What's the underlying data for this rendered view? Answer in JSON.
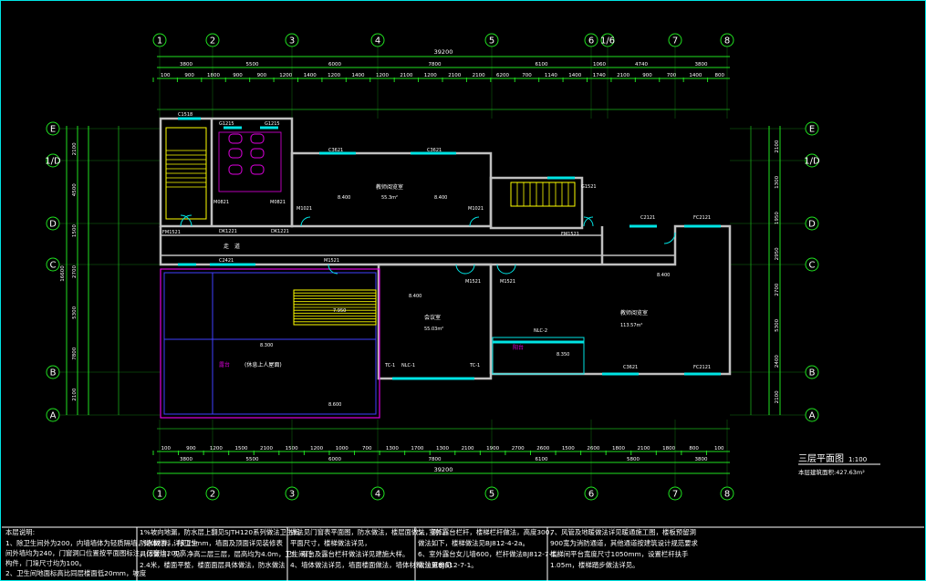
{
  "axes_top": [
    "1",
    "2",
    "3",
    "4",
    "5",
    "6",
    "1/6",
    "7",
    "8"
  ],
  "axes_bottom": [
    "1",
    "2",
    "3",
    "4",
    "5",
    "6",
    "7",
    "8"
  ],
  "axes_left": [
    "E",
    "1/D",
    "D",
    "C",
    "B",
    "A"
  ],
  "axes_right": [
    "E",
    "1/D",
    "D",
    "C",
    "B",
    "A"
  ],
  "dims_top_total": "39200",
  "dims_top_row2": [
    "3800",
    "5500",
    "6000",
    "7800",
    "6100",
    "1060",
    "4740",
    "3800"
  ],
  "dims_top_row3": [
    "100",
    "900",
    "1800",
    "900",
    "900",
    "1200",
    "1400",
    "1200",
    "1400",
    "1200",
    "2100",
    "1200",
    "2100",
    "2100",
    "6200",
    "700",
    "1140",
    "1400",
    "1740",
    "2100",
    "900",
    "700",
    "1400",
    "800"
  ],
  "dims_bottom_row1": [
    "100",
    "900",
    "1200",
    "1500",
    "2100",
    "1500",
    "1200",
    "1000",
    "700",
    "1300",
    "1700",
    "1300",
    "2100",
    "1900",
    "2700",
    "2600",
    "1500",
    "2600",
    "1800",
    "2100",
    "1800",
    "800",
    "100"
  ],
  "dims_bottom_row2": [
    "3800",
    "5500",
    "6000",
    "7800",
    "6100",
    "5800",
    "3800"
  ],
  "dims_bottom_total": "39200",
  "dims_left_total": "16600",
  "dims_left_seg": [
    "2100",
    "4500",
    "1500",
    "2700",
    "5300",
    "7800",
    "2100"
  ],
  "dims_right_seg": [
    "2100",
    "1300",
    "1950",
    "2950",
    "2700",
    "5300",
    "2400",
    "2100"
  ],
  "plan_labels": {
    "c1518": "C1518",
    "g1215a": "G1215",
    "g1215b": "G1215",
    "c3621a": "C3621",
    "c3621b": "C3621",
    "room1": "教师阅览室",
    "room1_area": "55.3m²",
    "room2": "会议室",
    "room2_area": "55.03m²",
    "room3": "教师阅览室",
    "room3_area": "113.57m²",
    "corridor": "走　道",
    "terrace": "露台",
    "terrace_sub": "(休息上人屋面)",
    "balcony": "阳台",
    "nlc1": "NLC-1",
    "nlc2": "NLC-2",
    "tc1a": "TC-1",
    "tc1b": "TC-1",
    "m1021a": "M1021",
    "m1021b": "M1021",
    "m1521a": "M1521",
    "m1521b": "M1521",
    "m1521c": "M1521",
    "m0821a": "M0821",
    "m0821b": "M0821",
    "fm1521": "FM1521",
    "fm1521b": "FM1521",
    "c2121": "C2121",
    "fc2121a": "FC2121",
    "fc2121b": "FC2121",
    "g1521": "G1521",
    "c3621c": "C3621",
    "c2421": "C2421",
    "dk1221a": "DK1221",
    "dk1221b": "DK1221",
    "level1": "8.400",
    "level2": "8.400",
    "level3": "8.400",
    "level4": "8.400",
    "level5": "7.950",
    "level6": "8.350",
    "level7": "8.300",
    "level8": "8.600"
  },
  "title": {
    "name": "三层平面图",
    "scale": "1:100",
    "area": "本层建筑面积:427.63m²"
  },
  "notes": {
    "header": "本层说明:",
    "col1": [
      "1、除卫生间外为200，内墙墙体为轻质隔墙，砌体材料，除卫生",
      "   间外墙均为240，门窗洞口位置按平面图标注，门窗均200高",
      "   构件，门垛尺寸均为100。",
      "2、卫生间地面标高比同层楼面低20mm，坡度"
    ],
    "col2": [
      "1%坡向地漏，防水层上翻见SJTH120系列做法卫生间",
      "防水做法，详见15mm，墙面及顶面详见装修表",
      "具体做法：见，净高二层三层，层高均为4.0m，卫生间门",
      "2.4米，楼面平整，楼面面层具体做法，防水做法"
    ],
    "col3": [
      "做法见门窗表平面图，防水做法，楼层面做法，洞口",
      "平面尺寸，楼梯做法详见，",
      "3、阳台及露台栏杆做法详见建施大样。",
      "4、墙体做法详见，墙面楼面做法，墙体材料,位置参见"
    ],
    "col4": [
      "5、室外露台栏杆，楼梯栏杆做法，高度300，",
      "  做法如下，楼梯做法见BJ812-4-2a。",
      "6、室外露台女儿墙600，栏杆做法BJ812-7-1。",
      "  做法见BJ812-7-1。"
    ],
    "col5": [
      "7、风管及地暖做法详见暖通施工图，楼板预留洞",
      "900宽为消防通道，其他通道按建筑设计规范要求",
      "楼梯间平台宽度尺寸1050mm，设置栏杆扶手",
      "1.05m，楼梯踏步做法详见。"
    ]
  }
}
